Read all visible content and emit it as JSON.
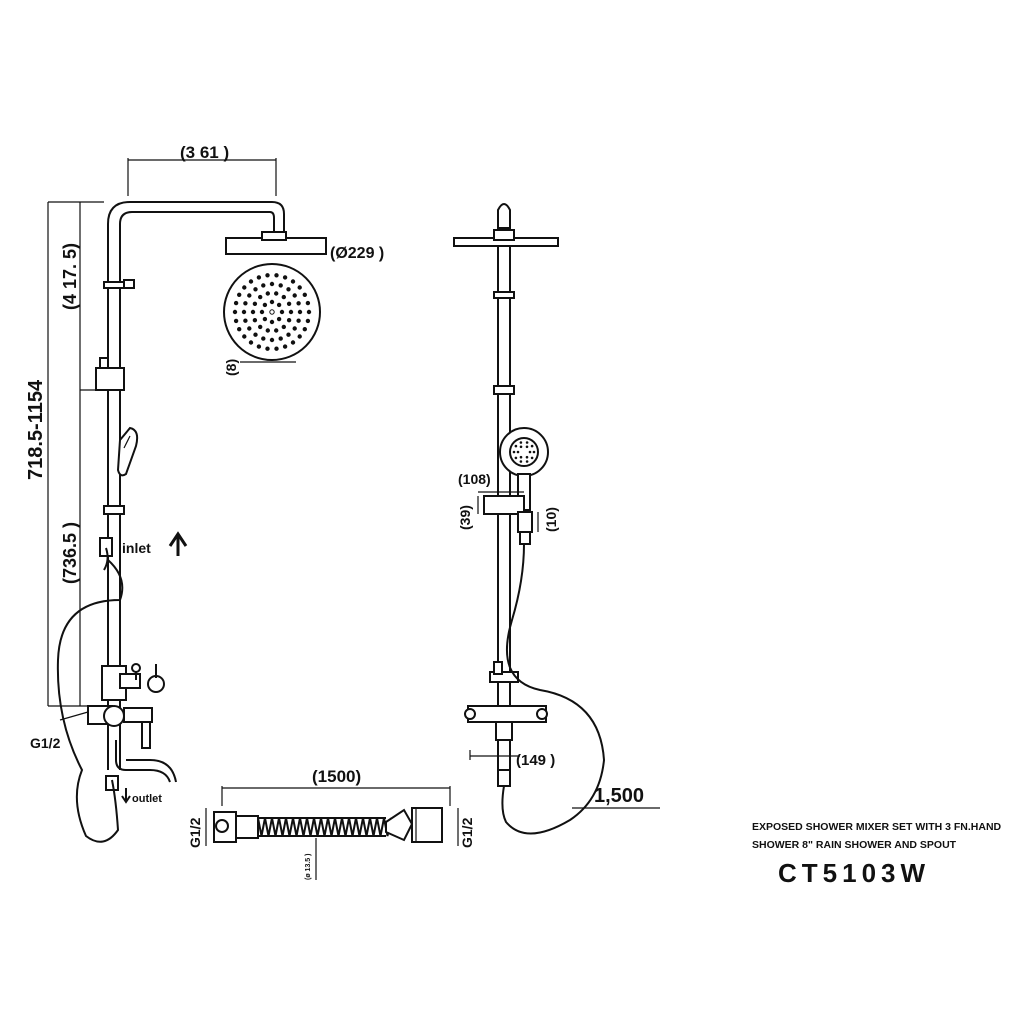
{
  "dimensions": {
    "arm_reach": "(3 61 )",
    "head_diameter": "(Ø229 )",
    "head_thickness": "(8)",
    "upper_length": "(4 17. 5)",
    "total_height": "718.5-1154",
    "lower_length": "(736.5 )",
    "bracket_width": "(108)",
    "bracket_height": "(39)",
    "bracket_offset": "(10)",
    "mixer_depth": "(149 )",
    "hose_length_label": "(1500)",
    "hose_length_side": "1,500",
    "hose_diameter": "(ø 13.5 )",
    "thread_left": "G1/2",
    "thread_hose_a": "G1/2",
    "thread_hose_b": "G1/2"
  },
  "labels": {
    "inlet": "inlet",
    "outlet": "outlet"
  },
  "caption": {
    "line1": "EXPOSED SHOWER MIXER SET WITH 3 FN.HAND",
    "line2": "SHOWER 8\" RAIN SHOWER AND SPOUT",
    "model": "CT5103W"
  }
}
